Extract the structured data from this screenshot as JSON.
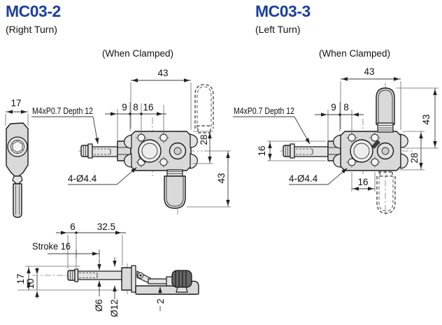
{
  "colors": {
    "title_blue": "#1c3f9e",
    "line": "#1a1a1a",
    "body_fill": "#d9d9d9"
  },
  "left": {
    "model": "MC03-2",
    "turn_label": "(Right Turn)",
    "clamped_label": "(When Clamped)",
    "dim_width_top": "43",
    "dim_9": "9",
    "dim_8": "8",
    "dim_16": "16",
    "dim_28": "28",
    "dim_43_side": "43",
    "dim_17": "17",
    "thread_label": "M4xP0.7 Depth 12",
    "holes_label": "4-Ø4.4"
  },
  "right": {
    "model": "MC03-3",
    "turn_label": "(Left Turn)",
    "clamped_label": "(When Clamped)",
    "dim_width_top": "43",
    "dim_9": "9",
    "dim_8": "8",
    "dim_16_vert": "16",
    "dim_16_bottom": "16",
    "dim_28": "28",
    "dim_43_side": "43",
    "thread_label": "M4xP0.7 Depth 12",
    "holes_label": "4-Ø4.4"
  },
  "bottom": {
    "dim_6": "6",
    "dim_32_5": "32.5",
    "stroke_label": "Stroke 16",
    "dim_17": "17",
    "dim_10": "10",
    "dia_6": "Ø6",
    "dia_12": "Ø12",
    "dim_2": "2"
  }
}
